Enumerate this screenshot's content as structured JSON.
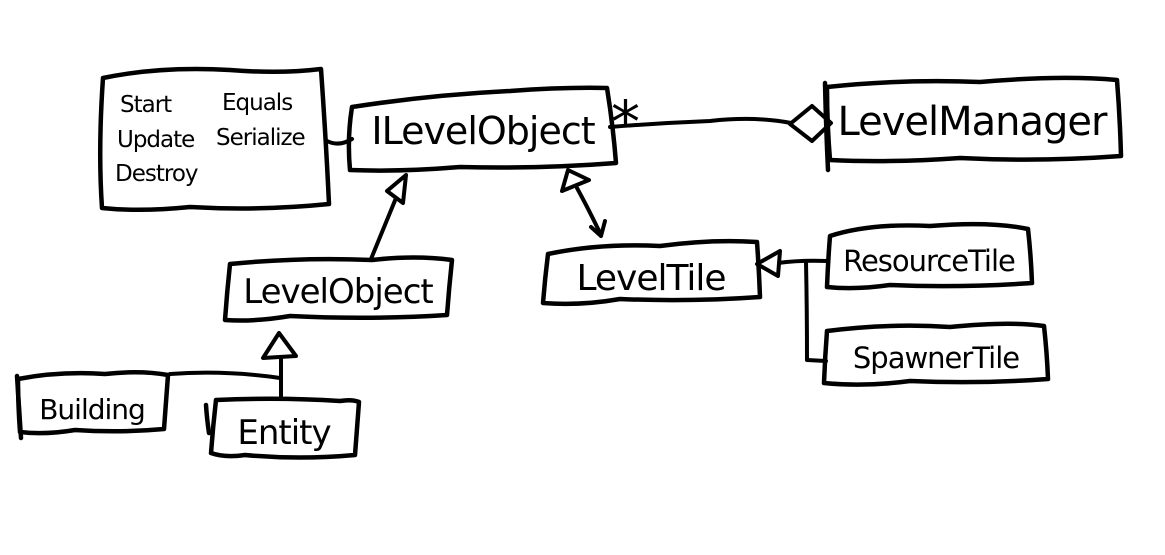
{
  "diagram": {
    "type": "hand-drawn UML class diagram",
    "ink_color": "#000000",
    "background_color": "#ffffff",
    "note": {
      "column1": [
        "Start",
        "Update",
        "Destroy"
      ],
      "column2": [
        "Equals",
        "Serialize"
      ]
    },
    "classes": {
      "ilevel_object": "ILevelObject",
      "level_manager": "LevelManager",
      "level_object": "LevelObject",
      "level_tile": "LevelTile",
      "resource_tile": "ResourceTile",
      "spawner_tile": "SpawnerTile",
      "building": "Building",
      "entity": "Entity"
    },
    "relations": {
      "aggregation": {
        "from": "ILevelObject",
        "to": "LevelManager",
        "multiplicity": "*"
      },
      "inheritance": [
        {
          "from": "LevelObject",
          "to": "ILevelObject"
        },
        {
          "from": "LevelTile",
          "to": "ILevelObject"
        },
        {
          "from": "ResourceTile",
          "to": "LevelTile"
        },
        {
          "from": "SpawnerTile",
          "to": "LevelTile"
        },
        {
          "from": "Building",
          "to": "LevelObject"
        },
        {
          "from": "Entity",
          "to": "LevelObject"
        }
      ]
    }
  }
}
